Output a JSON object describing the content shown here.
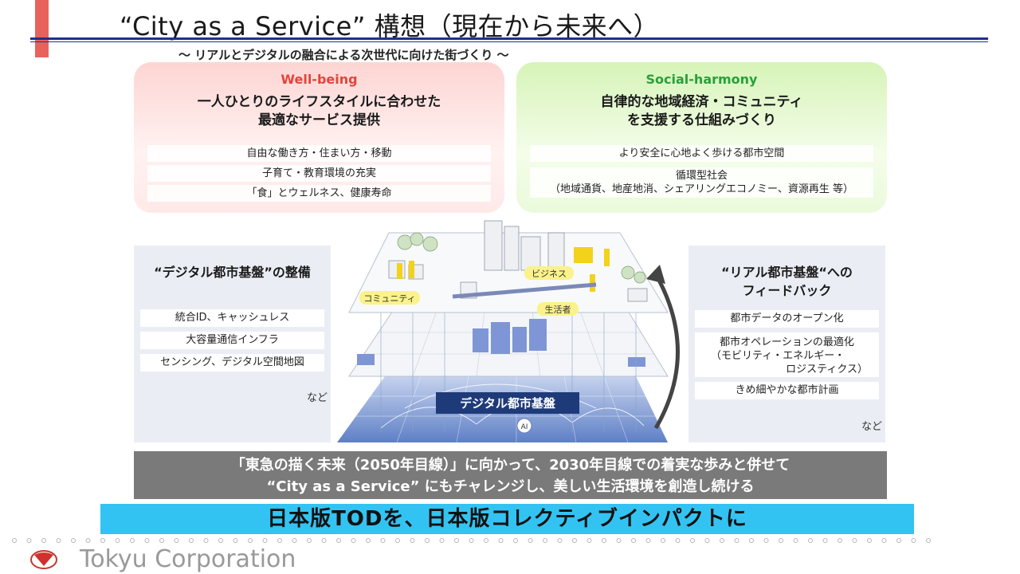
{
  "header": {
    "title": "“City as a Service” 構想（現在から未来へ）",
    "subtitle": "～ リアルとデジタルの融合による次世代に向けた街づくり ～"
  },
  "wellbeing": {
    "heading": "Well-being",
    "lead1": "一人ひとりのライフスタイルに合わせた",
    "lead2": "最適なサービス提供",
    "items": [
      "自由な働き方・住まい方・移動",
      "子育て・教育環境の充実",
      "「食」とウェルネス、健康寿命"
    ]
  },
  "social": {
    "heading": "Social-harmony",
    "lead1": "自律的な地域経済・コミュニティ",
    "lead2": "を支援する仕組みづくり",
    "item1": "より安全に心地よく歩ける都市空間",
    "item2_line1": "循環型社会",
    "item2_line2": "（地域通貨、地産地消、シェアリングエコノミー、資源再生 等）"
  },
  "digital": {
    "heading": "“デジタル都市基盤”の整備",
    "items": [
      "統合ID、キャッシュレス",
      "大容量通信インフラ",
      "センシング、デジタル空間地図"
    ],
    "etc": "など"
  },
  "real": {
    "heading1": "“リアル都市基盤“への",
    "heading2": "フィードバック",
    "item1": "都市データのオープン化",
    "item2_line1": "都市オペレーションの最適化",
    "item2_line2": "（モビリティ・エネルギー・",
    "item2_line3": "ロジスティクス）",
    "item3": "きめ細やかな都市計画",
    "etc": "など"
  },
  "illustration": {
    "label_business": "ビジネス",
    "label_community": "コミュニティ",
    "label_resident": "生活者",
    "label_platform": "デジタル都市基盤",
    "label_ai": "AI"
  },
  "message": {
    "line1": "「東急の描く未来（2050年目線）」に向かって、2030年目線での着実な歩みと併せて",
    "line2": "“City as a Service” にもチャレンジし、美しい生活環境を創造し続ける"
  },
  "slogan": "日本版TODを、日本版コレクティブインパクトに",
  "footer": {
    "company": "Tokyu Corporation"
  },
  "colors": {
    "accent_red": "#e8615a",
    "title_blue": "#1f2f8f",
    "slogan_blue": "#33c3f2",
    "wellbeing": "#e2453c",
    "social": "#27a13b"
  }
}
